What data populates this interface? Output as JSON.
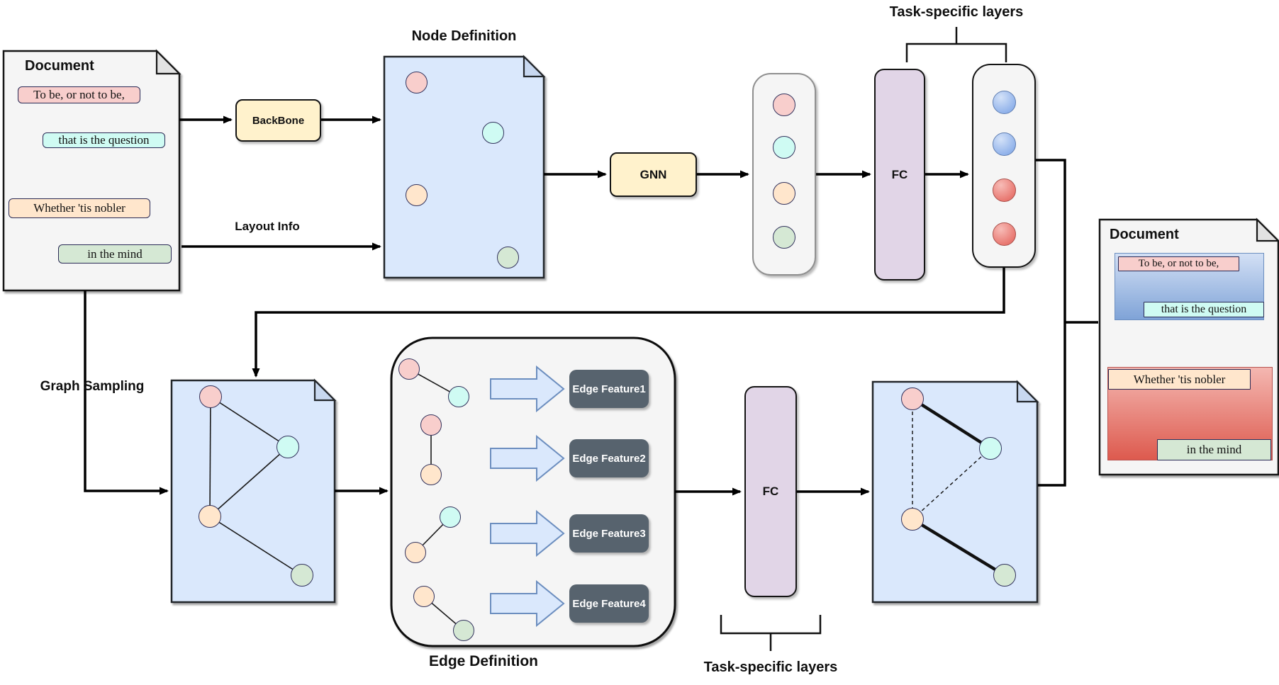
{
  "colors": {
    "page_blue": "#DAE8FC",
    "page_gray": "#F5F5F5",
    "box_yellow": "#FFF2CC",
    "box_purple": "#E1D5E7",
    "edge_feature_bg": "#57636E",
    "block_arrow_fill": "#DAE8FC",
    "block_arrow_stroke": "#6C8EBF",
    "node_red": "#F8CECC",
    "node_cyan": "#CFFBF3",
    "node_orange": "#FFE6CC",
    "node_green": "#D5E8D4",
    "out_blue": "#8FB1EA",
    "out_red": "#E8756E",
    "grad_blue_top": "#D3E0F5",
    "grad_blue_bottom": "#7FA3D7",
    "grad_red_top": "#F4B7B1",
    "grad_red_bottom": "#DD5A4E"
  },
  "input_document": {
    "title": "Document",
    "lines": [
      {
        "text": "To be, or not to be,",
        "bg": "#F8CECC"
      },
      {
        "text": "that is the question",
        "bg": "#CFFBF3"
      },
      {
        "text": "Whether 'tis nobler",
        "bg": "#FFE6CC"
      },
      {
        "text": "in the mind",
        "bg": "#D5E8D4"
      }
    ]
  },
  "output_document": {
    "title": "Document",
    "lines": [
      {
        "text": "To be, or not to be,",
        "bg": "#F8CECC"
      },
      {
        "text": "that is the question",
        "bg": "#CFFBF3"
      },
      {
        "text": "Whether 'tis nobler",
        "bg": "#FFE6CC"
      },
      {
        "text": "in the mind",
        "bg": "#D5E8D4"
      }
    ]
  },
  "pipeline": {
    "backbone": "BackBone",
    "gnn": "GNN",
    "fc_top": "FC",
    "fc_bottom": "FC"
  },
  "labels": {
    "node_definition": "Node Definition",
    "edge_definition": "Edge Definition",
    "layout_info": "Layout Info",
    "graph_sampling": "Graph Sampling",
    "task_specific_top": "Task-specific layers",
    "task_specific_bottom": "Task-specific layers"
  },
  "edge_features": [
    "Edge Feature1",
    "Edge Feature2",
    "Edge Feature3",
    "Edge Feature4"
  ]
}
